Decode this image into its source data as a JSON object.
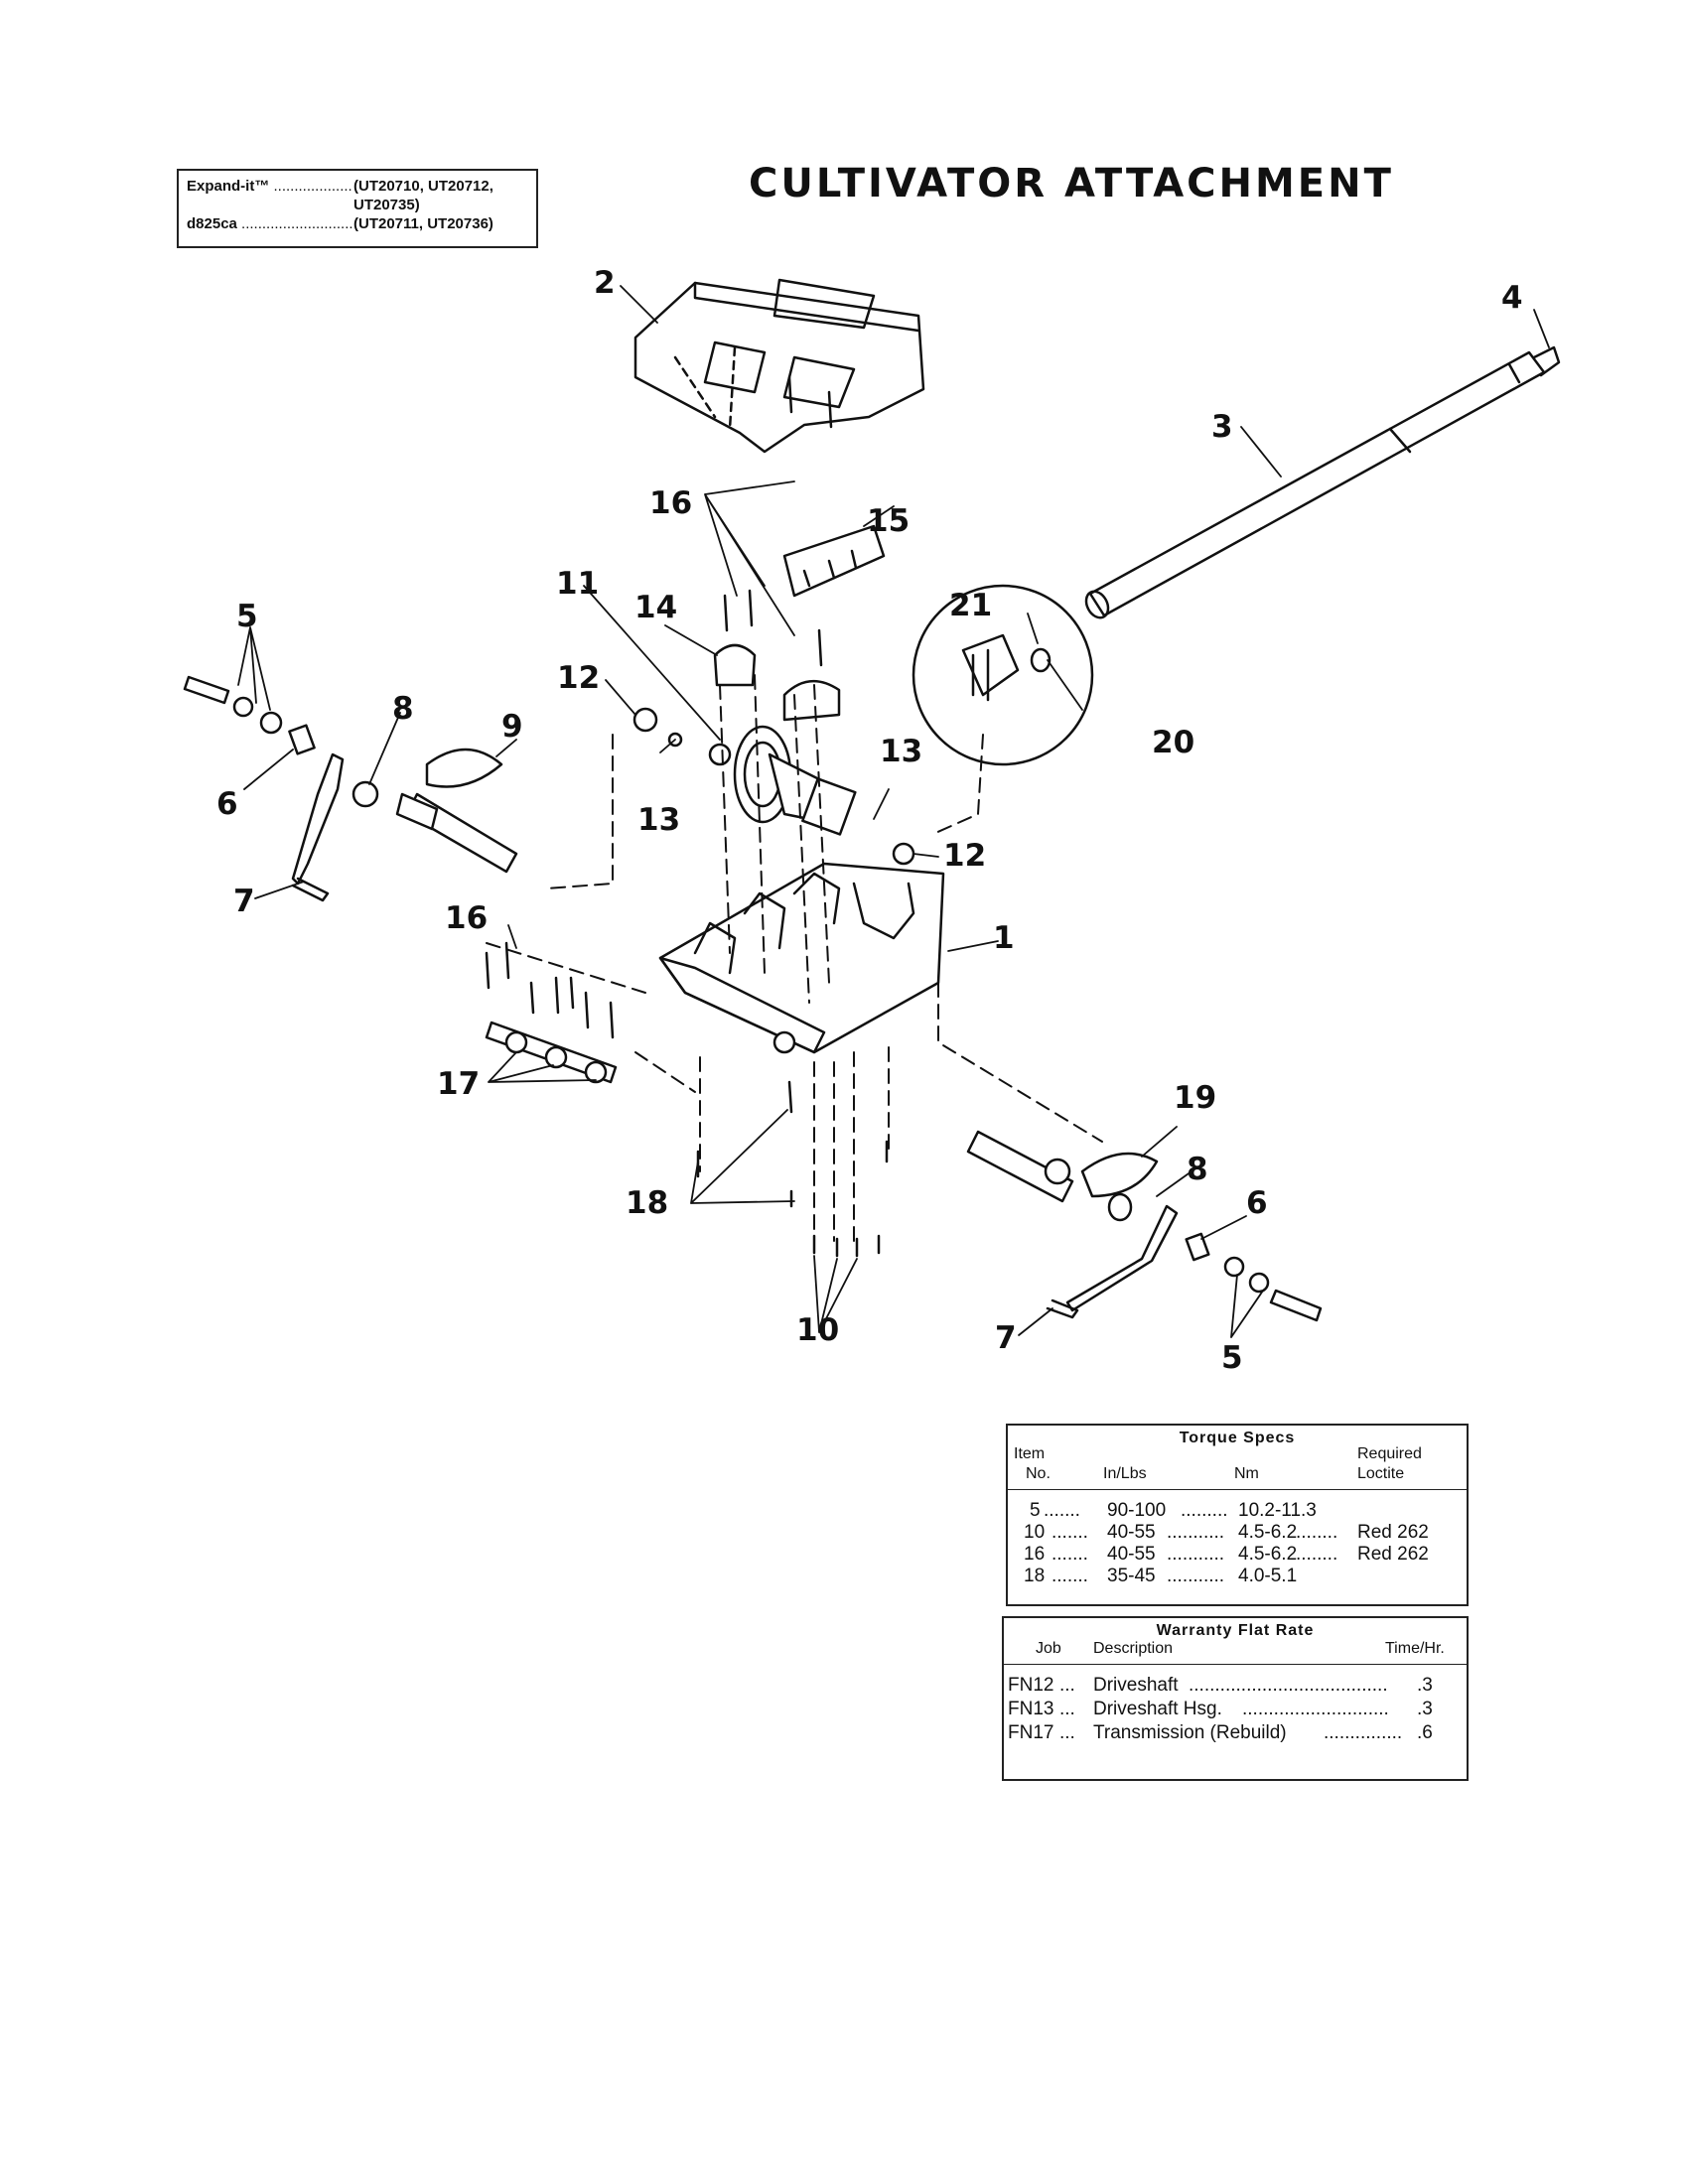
{
  "models": [
    {
      "name": "Expand-it™",
      "codes": "(UT20710, UT20712, UT20735)"
    },
    {
      "name": "d825ca",
      "codes": "(UT20711, UT20736)"
    }
  ],
  "title": "CULTIVATOR ATTACHMENT",
  "callouts": [
    "1",
    "2",
    "3",
    "4",
    "5",
    "5",
    "6",
    "6",
    "7",
    "7",
    "8",
    "8",
    "9",
    "10",
    "11",
    "12",
    "12",
    "13",
    "13",
    "14",
    "15",
    "16",
    "16",
    "17",
    "18",
    "19",
    "20",
    "21"
  ],
  "torque_specs": {
    "title": "Torque Specs",
    "headers": {
      "item": "Item",
      "no": "No.",
      "inlbs": "In/Lbs",
      "nm": "Nm",
      "required": "Required",
      "loctite": "Loctite"
    },
    "rows": [
      {
        "item": "5",
        "inlbs": "90-100",
        "nm": "10.2-11.3",
        "loctite": ""
      },
      {
        "item": "10",
        "inlbs": "40-55",
        "nm": "4.5-6.2",
        "loctite": "Red 262"
      },
      {
        "item": "16",
        "inlbs": "40-55",
        "nm": "4.5-6.2",
        "loctite": "Red 262"
      },
      {
        "item": "18",
        "inlbs": "35-45",
        "nm": "4.0-5.1",
        "loctite": ""
      }
    ]
  },
  "warranty": {
    "title": "Warranty Flat Rate",
    "headers": {
      "job": "Job",
      "description": "Description",
      "time": "Time/Hr."
    },
    "rows": [
      {
        "job": "FN12",
        "description": "Driveshaft",
        "time": ".3"
      },
      {
        "job": "FN13",
        "description": "Driveshaft Hsg.",
        "time": ".3"
      },
      {
        "job": "FN17",
        "description": "Transmission (Rebuild)",
        "time": ".6"
      }
    ]
  }
}
